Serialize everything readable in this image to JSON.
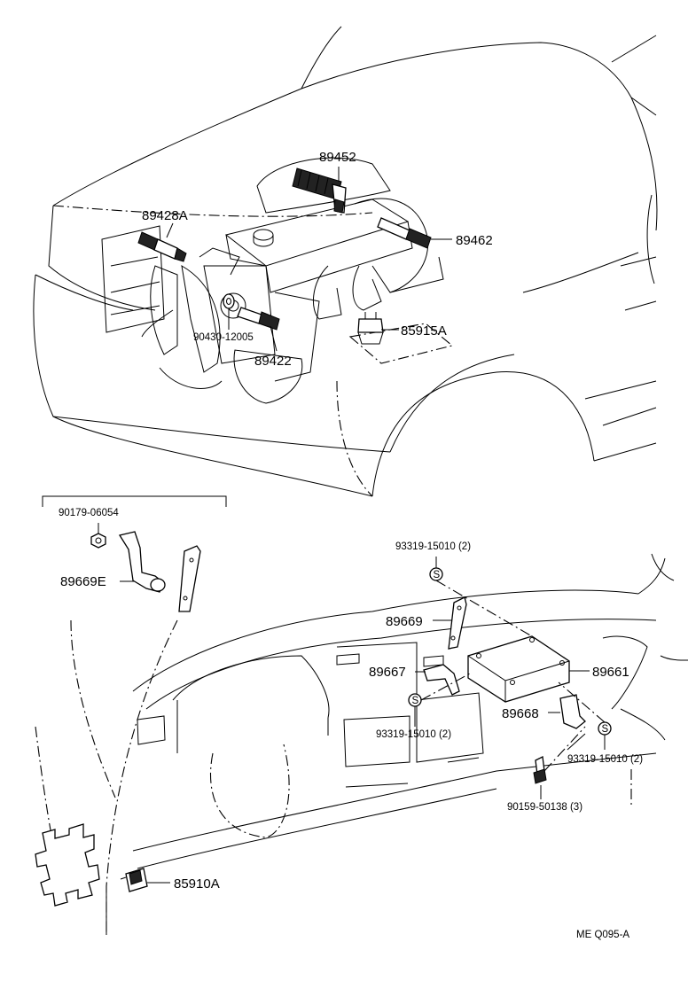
{
  "callouts": {
    "p89452": "89452",
    "p89428A": "89428A",
    "p89462": "89462",
    "p85915A": "85915A",
    "p90430_12005": "90430-12005",
    "p89422": "89422",
    "p90179_06054": "90179-06054",
    "p89669E": "89669E",
    "p93319_15010_top": "93319-15010 (2)",
    "p89669": "89669",
    "p89667": "89667",
    "p89661": "89661",
    "p89668": "89668",
    "p93319_15010_mid": "93319-15010 (2)",
    "p93319_15010_right": "93319-15010 (2)",
    "p90159_50138": "90159-50138 (3)",
    "p85910A": "85910A",
    "screw_symbol": "S"
  },
  "figure_code": "ME Q095-A"
}
